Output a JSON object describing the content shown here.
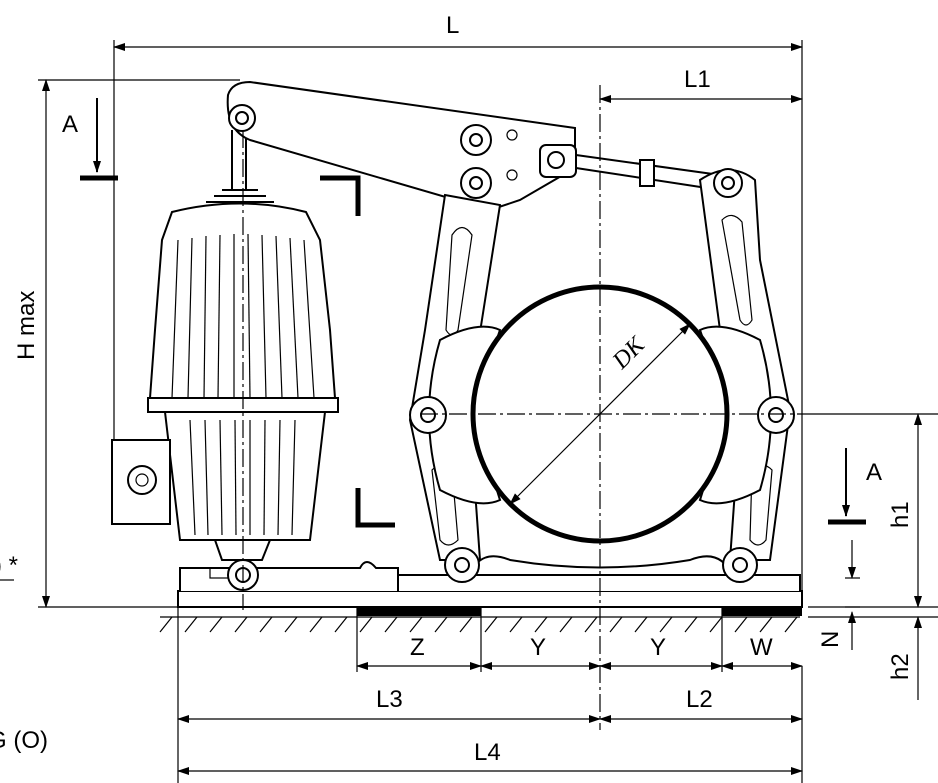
{
  "labels": {
    "L": "L",
    "L1": "L1",
    "L2": "L2",
    "L3": "L3",
    "L4": "L4",
    "H_max": "H max",
    "A_top": "A",
    "A_right": "A",
    "h1": "h1",
    "h2": "h2",
    "DK": "DK",
    "Z": "Z",
    "Y_left": "Y",
    "Y_right": "Y",
    "W": "W",
    "N": "N",
    "partial_left_1": ") *",
    "partial_left_2": "G (O)"
  }
}
